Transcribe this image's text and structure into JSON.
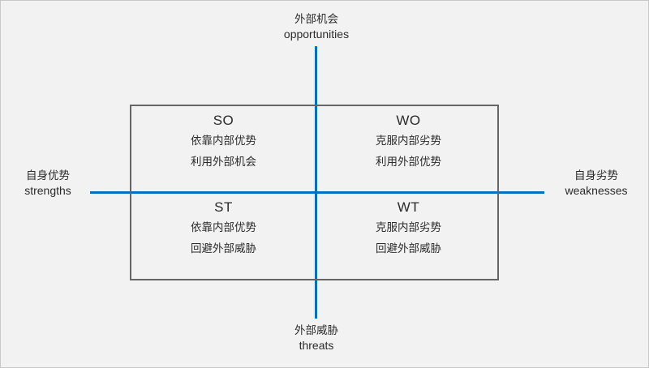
{
  "diagram": {
    "type": "swot-matrix",
    "background_color": "#f2f2f2",
    "axis_color": "#0070c0",
    "box_border_color": "#666666",
    "axes": {
      "top": {
        "cn": "外部机会",
        "en": "opportunities"
      },
      "bottom": {
        "cn": "外部威胁",
        "en": "threats"
      },
      "left": {
        "cn": "自身优势",
        "en": "strengths"
      },
      "right": {
        "cn": "自身劣势",
        "en": "weaknesses"
      }
    },
    "quadrants": [
      {
        "key": "so",
        "title": "SO",
        "lines": [
          "依靠内部优势",
          "利用外部机会"
        ]
      },
      {
        "key": "wo",
        "title": "WO",
        "lines": [
          "克服内部劣势",
          "利用外部优势"
        ]
      },
      {
        "key": "st",
        "title": "ST",
        "lines": [
          "依靠内部优势",
          "回避外部威胁"
        ]
      },
      {
        "key": "wt",
        "title": "WT",
        "lines": [
          "克服内部劣势",
          "回避外部威胁"
        ]
      }
    ]
  }
}
